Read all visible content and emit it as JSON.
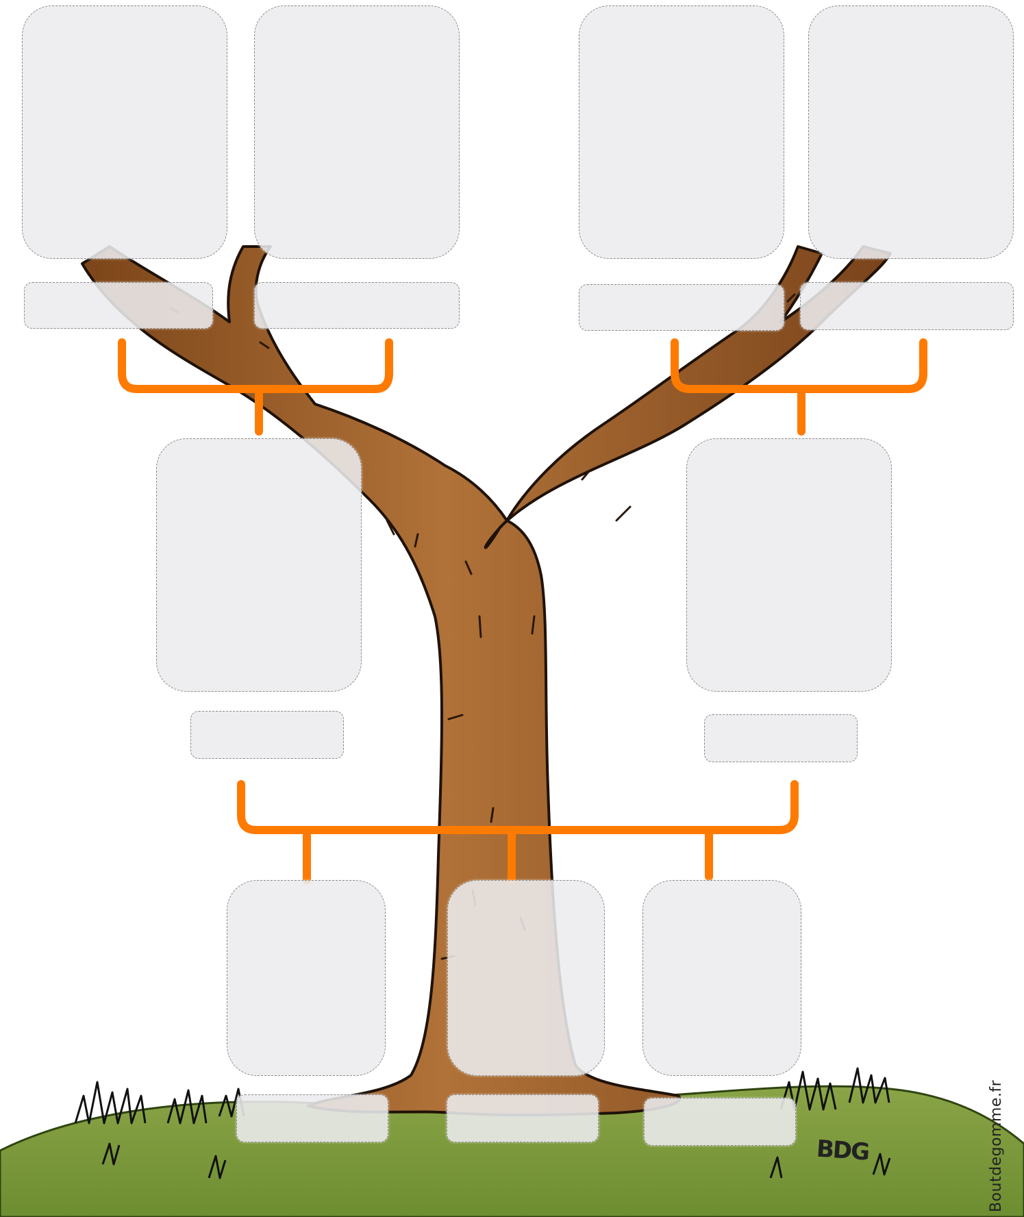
{
  "credit": "Boutdegomme.fr",
  "signature": "BDG",
  "colors": {
    "bracket": "#ff7a00",
    "trunk": "#a0622d",
    "trunk_dark": "#6b3a17",
    "grass": "#7a9a3a",
    "grass_dark": "#3e5a1a"
  },
  "generations": [
    {
      "level": "grandparents",
      "slots": [
        {
          "photo": "",
          "name": ""
        },
        {
          "photo": "",
          "name": ""
        },
        {
          "photo": "",
          "name": ""
        },
        {
          "photo": "",
          "name": ""
        }
      ]
    },
    {
      "level": "parents",
      "slots": [
        {
          "photo": "",
          "name": ""
        },
        {
          "photo": "",
          "name": ""
        }
      ]
    },
    {
      "level": "children",
      "slots": [
        {
          "photo": "",
          "name": ""
        },
        {
          "photo": "",
          "name": ""
        },
        {
          "photo": "",
          "name": ""
        }
      ]
    }
  ]
}
